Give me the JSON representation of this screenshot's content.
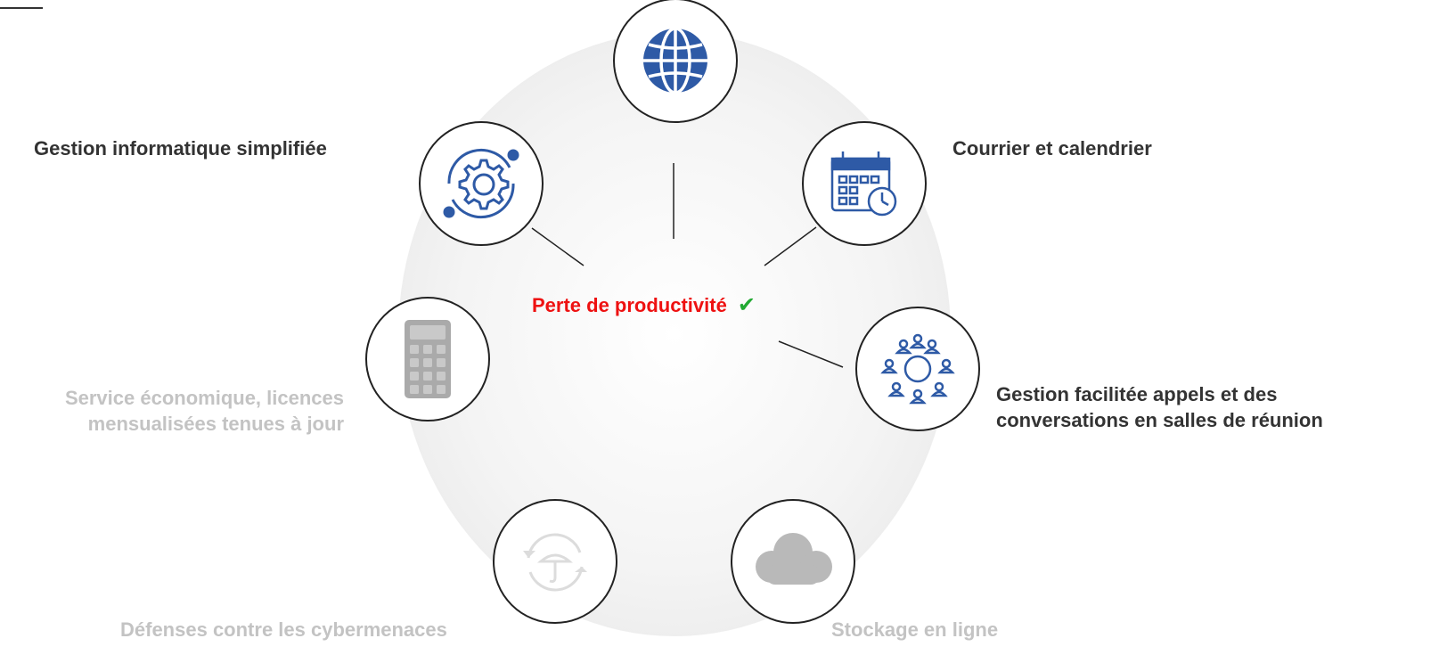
{
  "center": {
    "label": "Perte de productivité",
    "check": "✔",
    "check_color": "#22aa33",
    "label_color": "#ee1111"
  },
  "nodes": [
    {
      "id": "globe",
      "icon": "globe-icon",
      "label": ""
    },
    {
      "id": "calendar",
      "icon": "calendar-clock-icon",
      "label": "Courrier et calendrier"
    },
    {
      "id": "meeting",
      "icon": "meeting-people-icon",
      "label_lines": [
        "Gestion facilitée appels et des",
        "conversations  en salles de réunion"
      ]
    },
    {
      "id": "cloud",
      "icon": "cloud-icon",
      "label": "Stockage en ligne"
    },
    {
      "id": "defense",
      "icon": "umbrella-shield-icon",
      "label": "Défenses contre les cybermenaces"
    },
    {
      "id": "calculator",
      "icon": "calculator-icon",
      "label_lines": [
        "Service économique, licences",
        "mensualisées tenues à jour"
      ]
    },
    {
      "id": "gear",
      "icon": "gear-icon",
      "label": "Gestion informatique simplifiée"
    }
  ],
  "colors": {
    "icon_blue": "#2e5aa6",
    "active_text": "#333333",
    "faded_text": "#c3c3c3",
    "faded_icon": "#b9b9b9"
  }
}
